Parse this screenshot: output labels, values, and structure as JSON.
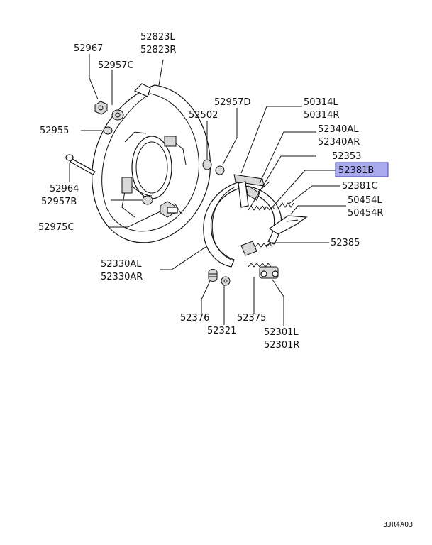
{
  "labels": {
    "p52823l": "52823L",
    "p52823r": "52823R",
    "p52967": "52967",
    "p52957c": "52957C",
    "p52955": "52955",
    "p52964": "52964",
    "p52957b": "52957B",
    "p52975c": "52975C",
    "p52502": "52502",
    "p52957d": "52957D",
    "p50314l": "50314L",
    "p50314r": "50314R",
    "p52340al": "52340AL",
    "p52340ar": "52340AR",
    "p52353": "52353",
    "p52381b": "52381B",
    "p52381c": "52381C",
    "p50454l": "50454L",
    "p50454r": "50454R",
    "p52385": "52385",
    "p52330al": "52330AL",
    "p52330ar": "52330AR",
    "p52376": "52376",
    "p52321": "52321",
    "p52375": "52375",
    "p52301l": "52301L",
    "p52301r": "52301R"
  },
  "diagram_code": "3JR4A03",
  "highlight_color": "#a9a9ee",
  "highlight_border": "#5a5ab8"
}
